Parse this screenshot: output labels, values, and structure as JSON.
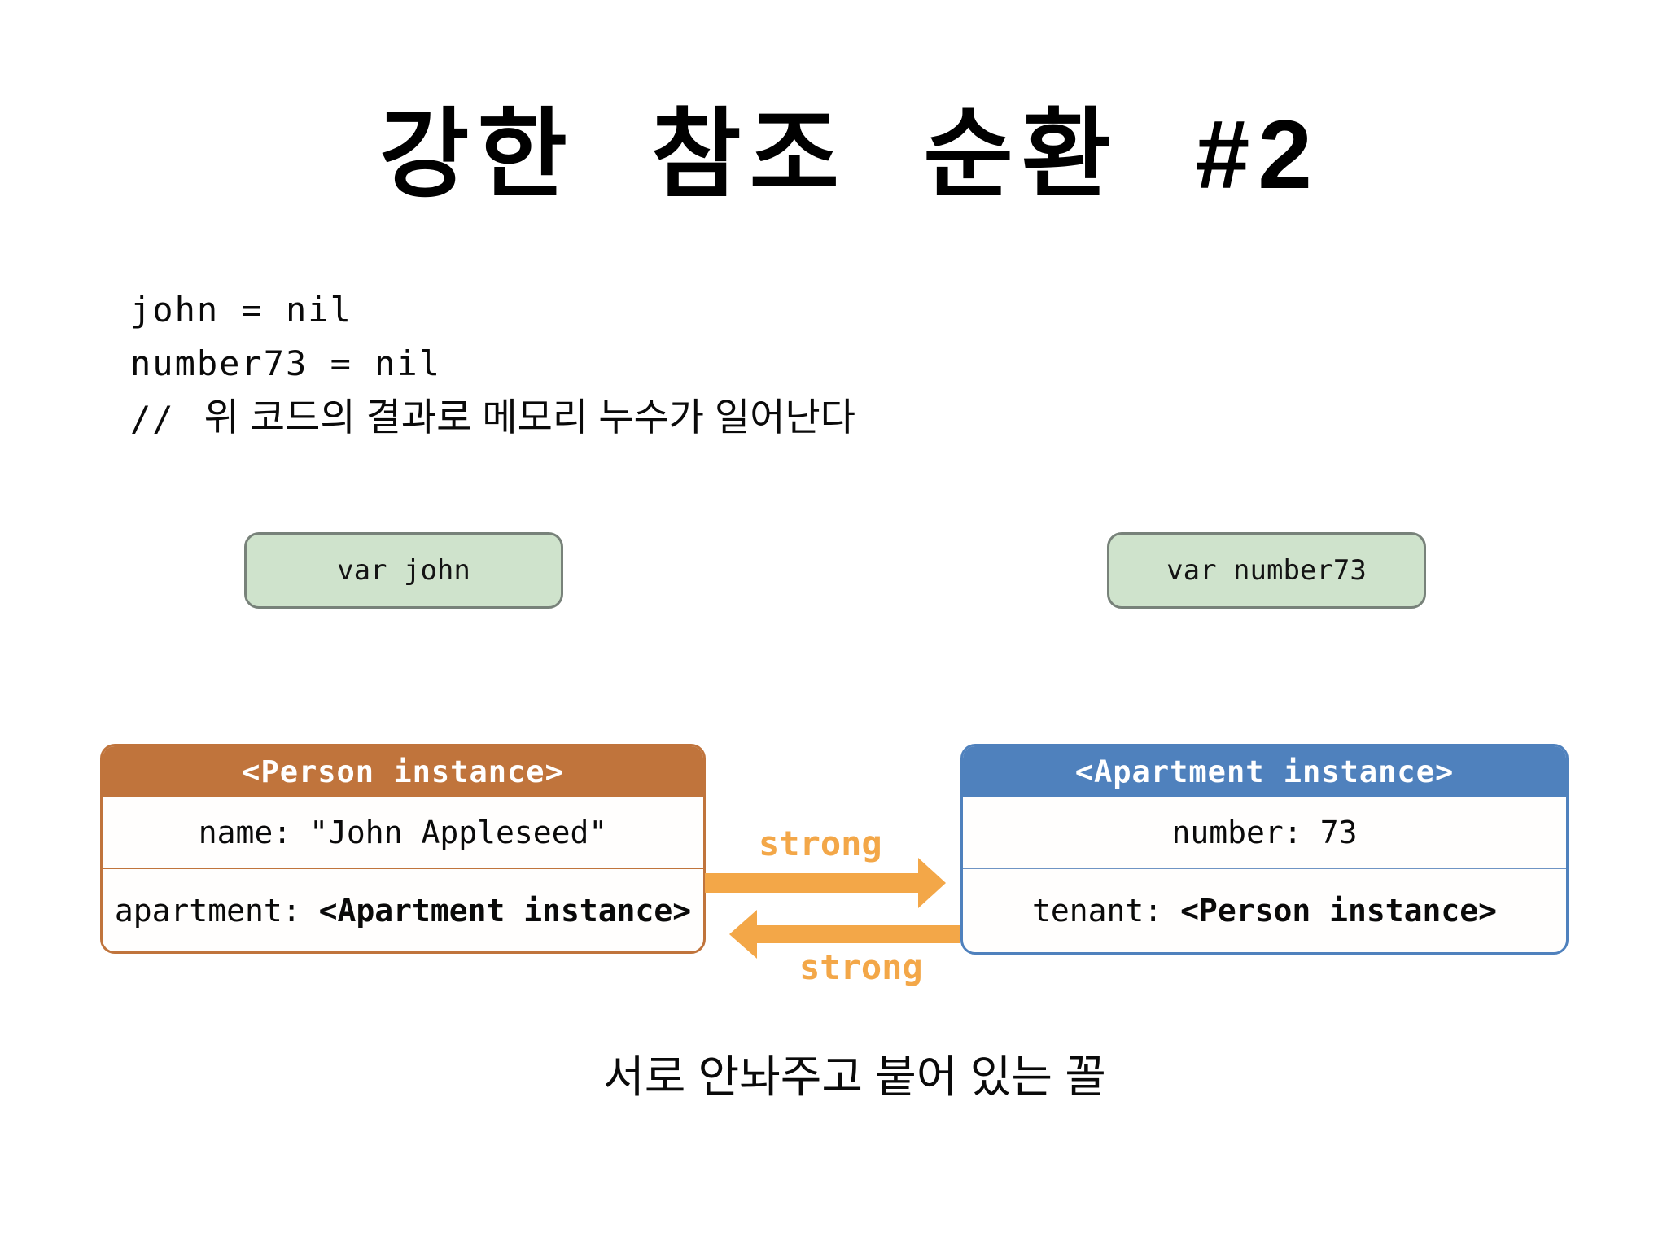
{
  "title": "강한 참조 순환 #2",
  "code": {
    "line1": "john = nil",
    "line2": "number73 = nil",
    "comment_slashes": "//",
    "comment_text": "위 코드의 결과로 메모리 누수가 일어난다"
  },
  "var_boxes": {
    "john_label": "var john",
    "number73_label": "var number73"
  },
  "person_box": {
    "header": "<Person instance>",
    "name_label": "name:",
    "name_value": "\"John Appleseed\"",
    "apartment_label": "apartment:",
    "apartment_value": "<Apartment instance>"
  },
  "apartment_box": {
    "header": "<Apartment instance>",
    "number_label": "number:",
    "number_value": "73",
    "tenant_label": "tenant:",
    "tenant_value": "<Person instance>"
  },
  "arrows": {
    "top_label": "strong",
    "bottom_label": "strong"
  },
  "caption": "서로 안놔주고 붙어 있는 꼴",
  "colors": {
    "person_accent": "#c0743c",
    "apartment_accent": "#4f81bd",
    "arrow_orange": "#f3a748",
    "var_box_fill": "#cfe3cc",
    "var_box_border": "#78827a"
  }
}
